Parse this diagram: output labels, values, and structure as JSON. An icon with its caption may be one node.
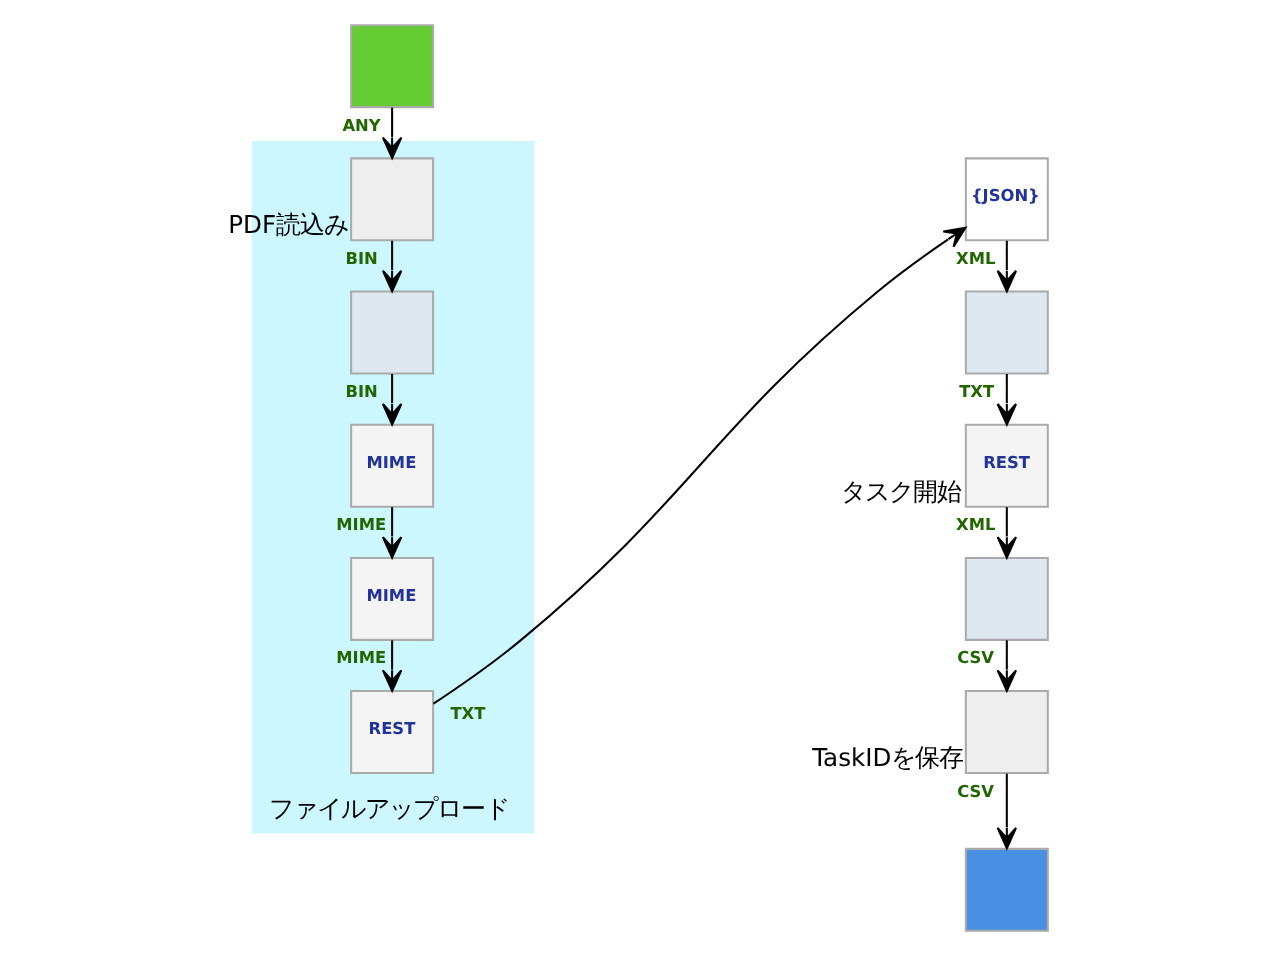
{
  "diagram": {
    "nodes": [
      {
        "text": [],
        "shape": "box"
      },
      {
        "text": [
          "ファイルアップロード"
        ]
      },
      {
        "text": [],
        "shape": "box",
        "in": 1,
        "beside": [
          "PDF読込み"
        ]
      },
      {
        "text": [],
        "shape": "box",
        "in": 1
      },
      {
        "text": [
          "MIME"
        ],
        "in": 1
      },
      {
        "text": [
          "MIME"
        ],
        "in": 1
      },
      {
        "text": [
          "REST"
        ],
        "in": 1
      },
      {
        "text": [
          "{JSON}"
        ]
      },
      {
        "text": [],
        "shape": "box"
      },
      {
        "text": [
          "REST"
        ],
        "beside": [
          "タスク開始"
        ]
      },
      {
        "text": [],
        "shape": "box"
      },
      {
        "text": [],
        "shape": "box",
        "beside": [
          "TaskIDを保存"
        ]
      },
      {
        "text": [],
        "shape": "box"
      }
    ],
    "edges": [
      {
        "from": 0,
        "to": 2,
        "arrow": "to",
        "label": "ANY"
      },
      {
        "from": 2,
        "to": 3,
        "arrow": "to",
        "label": "BIN"
      },
      {
        "from": 3,
        "to": 4,
        "arrow": "to",
        "label": "BIN"
      },
      {
        "from": 4,
        "to": 5,
        "arrow": "to",
        "label": "MIME"
      },
      {
        "from": 5,
        "to": 6,
        "arrow": "to",
        "label": "MIME"
      },
      {
        "from": 6,
        "to": 7,
        "arrow": "to",
        "label": "TXT"
      },
      {
        "from": 7,
        "to": 8,
        "arrow": "to",
        "label": "XML"
      },
      {
        "from": 8,
        "to": 9,
        "arrow": "to",
        "label": "TXT"
      },
      {
        "from": 9,
        "to": 10,
        "arrow": "to",
        "label": "XML"
      },
      {
        "from": 10,
        "to": 11,
        "arrow": "to",
        "label": "CSV"
      },
      {
        "from": 11,
        "to": 12,
        "arrow": "to",
        "label": "CSV"
      }
    ]
  }
}
